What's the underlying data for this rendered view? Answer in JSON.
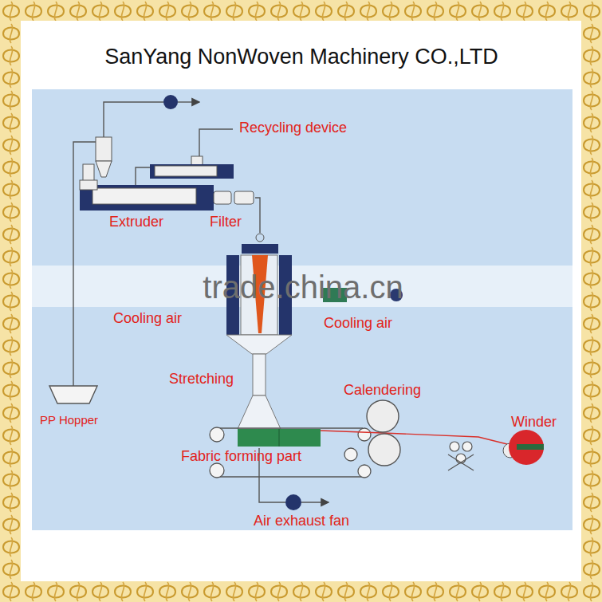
{
  "diagram": {
    "title": "SanYang NonWoven Machinery CO.,LTD",
    "labels": [
      "Recycling device",
      "Extruder",
      "Filter",
      "trade.china.cn",
      "Cooling air",
      "Cooling air",
      "Stretching",
      "Calendering",
      "Winder",
      "PP Hopper",
      "Fabric forming part",
      "Air exhaust fan"
    ]
  }
}
